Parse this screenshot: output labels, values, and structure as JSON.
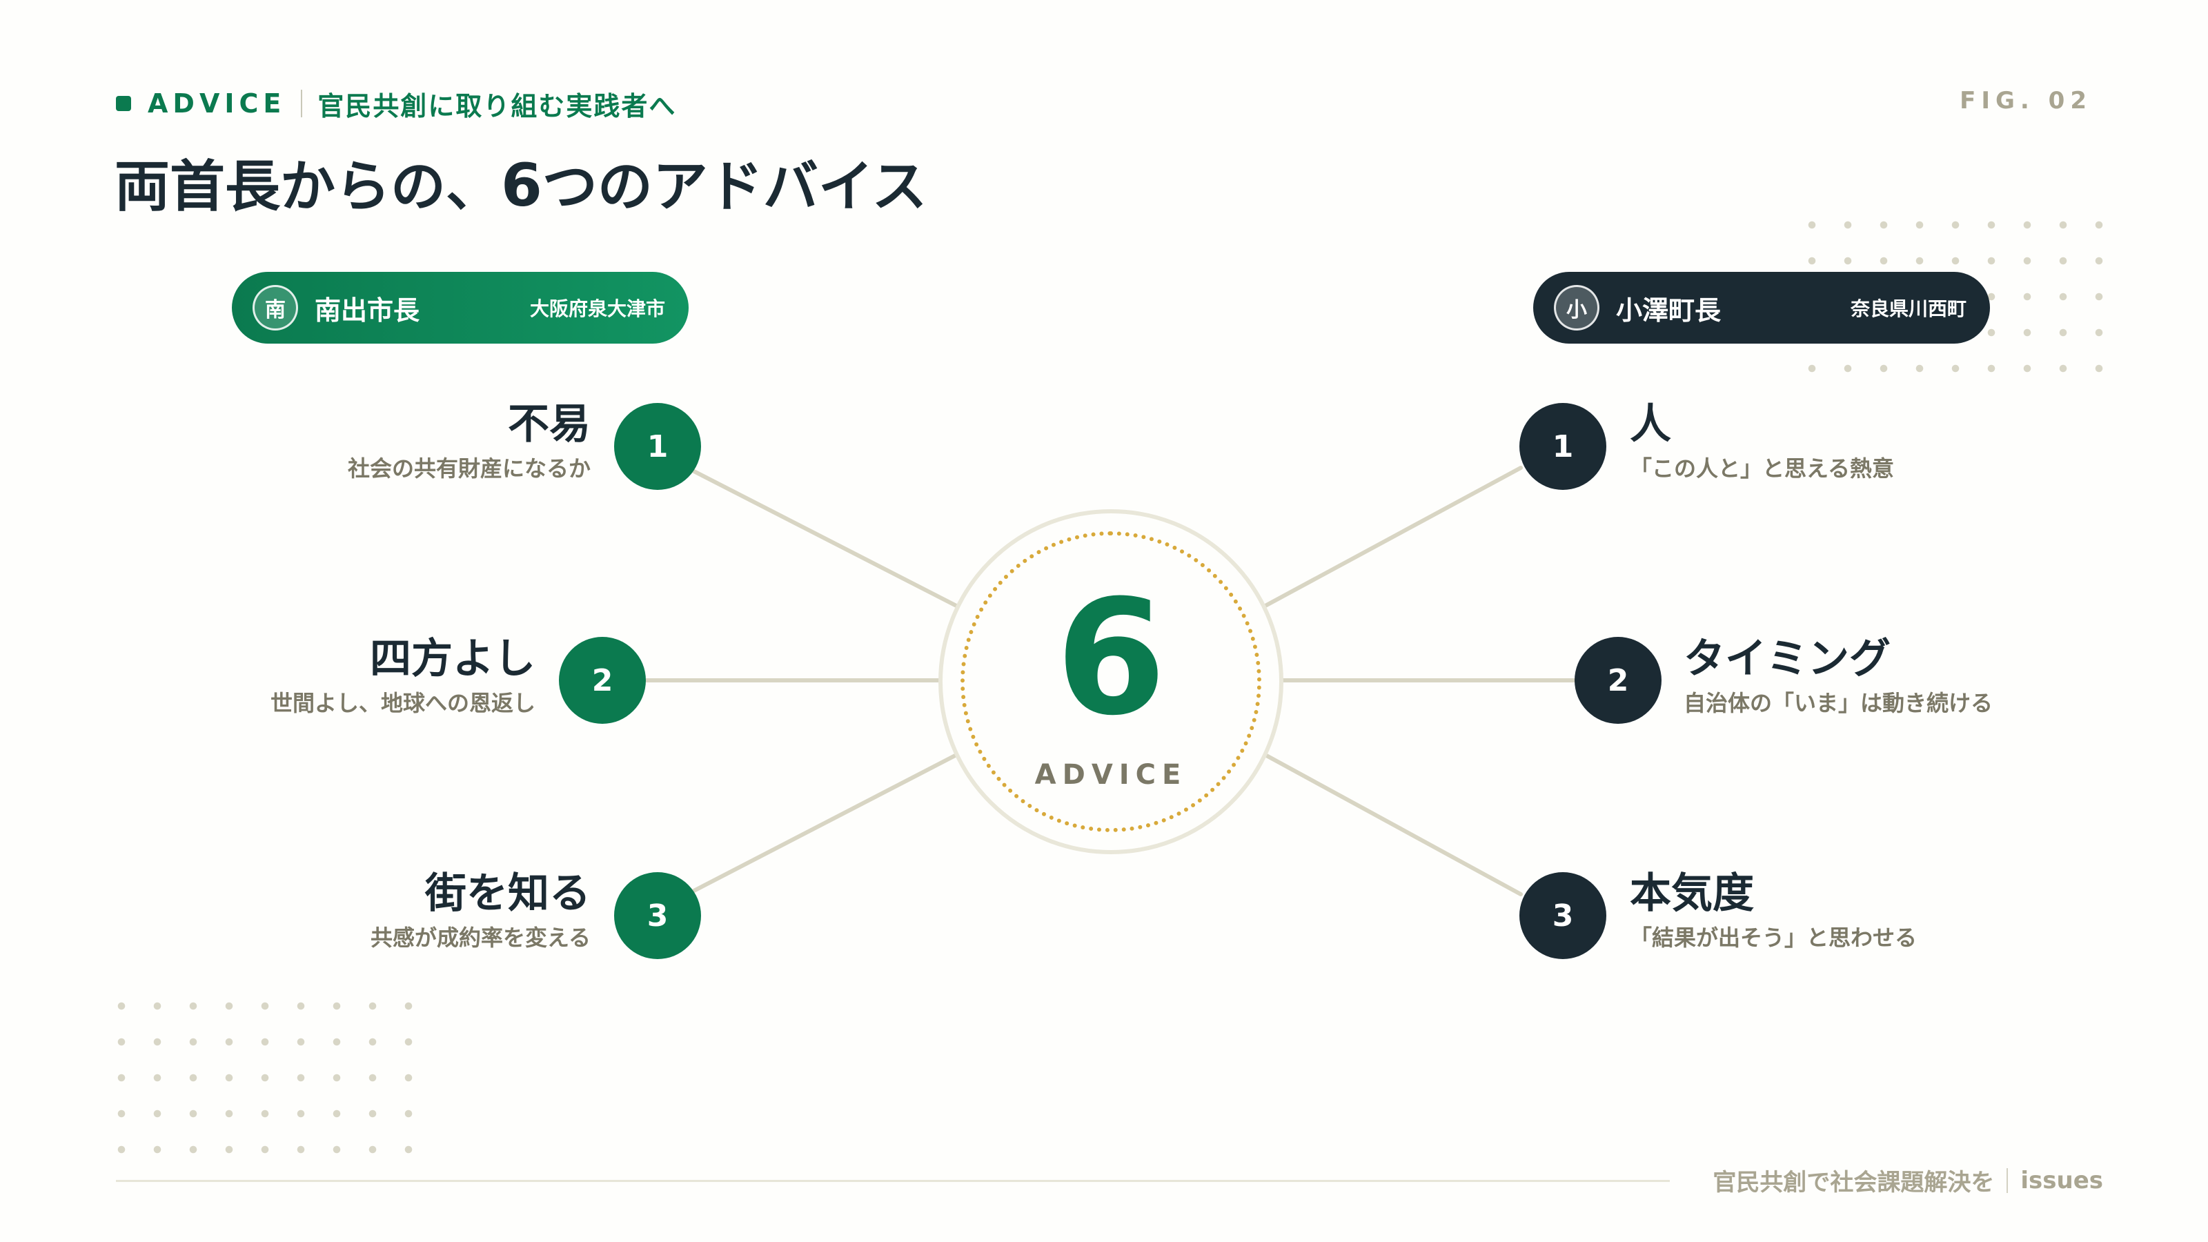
{
  "header": {
    "eyebrow_label": "ADVICE",
    "eyebrow_sub": "官民共創に取り組む実践者へ",
    "fig_label": "FIG. 02",
    "title_pre": "両首長からの、",
    "title_num": "6",
    "title_post": "つのアドバイス"
  },
  "center": {
    "number": "6",
    "label": "ADVICE"
  },
  "left_leader": {
    "avatar": "南",
    "name": "南出市長",
    "place": "大阪府泉大津市",
    "color": "#0b7a4f",
    "advice": [
      {
        "num": "1",
        "title": "不易",
        "sub": "社会の共有財産になるか"
      },
      {
        "num": "2",
        "title": "四方よし",
        "sub": "世間よし、地球への恩返し"
      },
      {
        "num": "3",
        "title": "街を知る",
        "sub": "共感が成約率を変える"
      }
    ]
  },
  "right_leader": {
    "avatar": "小",
    "name": "小澤町長",
    "place": "奈良県川西町",
    "color": "#1b2a33",
    "advice": [
      {
        "num": "1",
        "title": "人",
        "sub": "「この人と」と思える熱意"
      },
      {
        "num": "2",
        "title": "タイミング",
        "sub": "自治体の「いま」は動き続ける"
      },
      {
        "num": "3",
        "title": "本気度",
        "sub": "「結果が出そう」と思わせる"
      }
    ]
  },
  "footer": {
    "tagline": "官民共創で社会課題解決を",
    "brand": "issues"
  },
  "colors": {
    "accent_green": "#0b7a4f",
    "navy": "#1b2a33",
    "gold_ring": "#d8a93a",
    "muted": "#7b7866"
  }
}
